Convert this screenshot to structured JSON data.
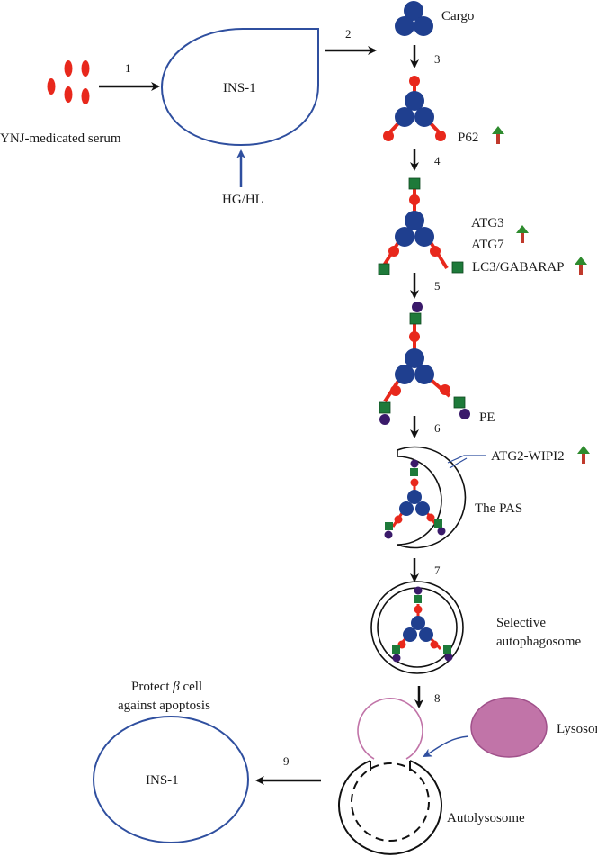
{
  "colors": {
    "cell_outline": "#2f4f9f",
    "cargo": "#1f3f8f",
    "p62": "#e8281c",
    "lc3": "#1e7a3a",
    "pe": "#3a1a6a",
    "up_arrow_body": "#c0392b",
    "up_arrow_head": "#2e8b2e",
    "lysosome": "#c174a8",
    "phagophore_pink": "#c174a8"
  },
  "labels": {
    "serum": "YNJ-medicated serum",
    "ins1_top": "INS-1",
    "hg_hl": "HG/HL",
    "cargo": "Cargo",
    "p62": "P62",
    "atg3": "ATG3",
    "atg7": "ATG7",
    "lc3": "LC3/GABARAP",
    "pe": "PE",
    "atg2": "ATG2-WIPI2",
    "pas": "The PAS",
    "selective_line1": "Selective",
    "selective_line2": "autophagosome",
    "protect_prefix": "Protect ",
    "protect_beta": "β",
    "protect_suffix": " cell",
    "protect_line2": "against apoptosis",
    "ins1_bottom": "INS-1",
    "lysosome": "Lysosome",
    "autolysosome": "Autolysosome"
  },
  "steps": [
    "1",
    "2",
    "3",
    "4",
    "5",
    "6",
    "7",
    "8",
    "9"
  ],
  "upregulated": [
    "P62",
    "ATG3/ATG7",
    "LC3/GABARAP",
    "ATG2-WIPI2"
  ]
}
